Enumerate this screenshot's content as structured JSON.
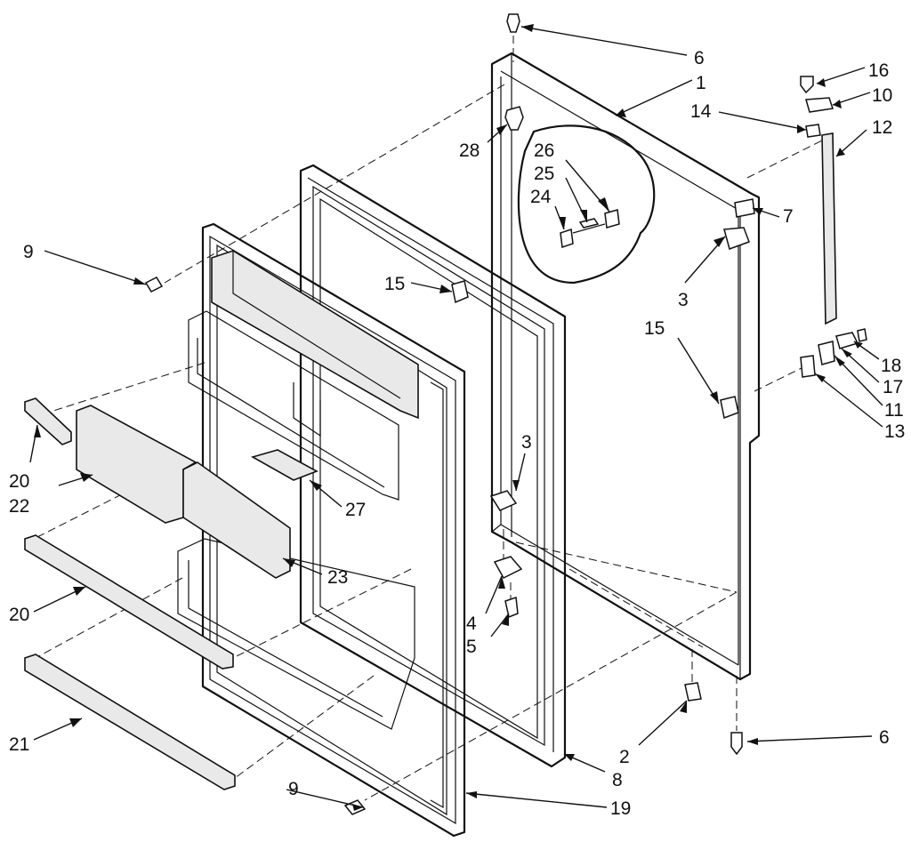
{
  "callouts": [
    {
      "id": "c6a",
      "text": "6"
    },
    {
      "id": "c1",
      "text": "1"
    },
    {
      "id": "c16",
      "text": "16"
    },
    {
      "id": "c10",
      "text": "10"
    },
    {
      "id": "c14",
      "text": "14"
    },
    {
      "id": "c12",
      "text": "12"
    },
    {
      "id": "c28",
      "text": "28"
    },
    {
      "id": "c26",
      "text": "26"
    },
    {
      "id": "c25",
      "text": "25"
    },
    {
      "id": "c24",
      "text": "24"
    },
    {
      "id": "c7",
      "text": "7"
    },
    {
      "id": "c9a",
      "text": "9"
    },
    {
      "id": "c15a",
      "text": "15"
    },
    {
      "id": "c3a",
      "text": "3"
    },
    {
      "id": "c15b",
      "text": "15"
    },
    {
      "id": "c18",
      "text": "18"
    },
    {
      "id": "c17",
      "text": "17"
    },
    {
      "id": "c11",
      "text": "11"
    },
    {
      "id": "c13",
      "text": "13"
    },
    {
      "id": "c3b",
      "text": "3"
    },
    {
      "id": "c27",
      "text": "27"
    },
    {
      "id": "c20a",
      "text": "20"
    },
    {
      "id": "c22",
      "text": "22"
    },
    {
      "id": "c23",
      "text": "23"
    },
    {
      "id": "c20b",
      "text": "20"
    },
    {
      "id": "c4",
      "text": "4"
    },
    {
      "id": "c5",
      "text": "5"
    },
    {
      "id": "c21",
      "text": "21"
    },
    {
      "id": "c2",
      "text": "2"
    },
    {
      "id": "c6b",
      "text": "6"
    },
    {
      "id": "c9b",
      "text": "9"
    },
    {
      "id": "c8",
      "text": "8"
    },
    {
      "id": "c19",
      "text": "19"
    }
  ]
}
